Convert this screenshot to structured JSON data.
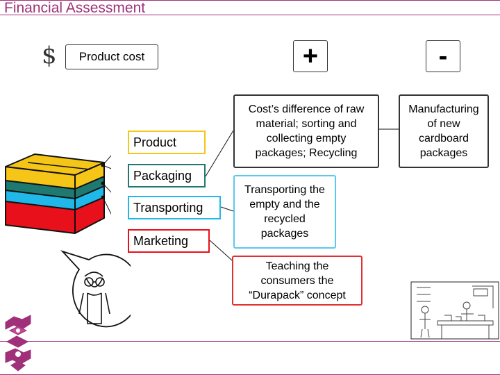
{
  "title": "Financial Assessment",
  "product_cost_label": "Product cost",
  "dollar_symbol": "$",
  "plus_symbol": "+",
  "minus_symbol": "-",
  "layers": [
    "Product",
    "Packaging",
    "Transporting",
    "Marketing"
  ],
  "layer_colors": [
    "#f5c518",
    "#1e7a70",
    "#1fb8e8",
    "#e8101a"
  ],
  "plus_items": [
    {
      "text": "Cost’s difference of raw material; sorting and collecting empty packages; Recycling",
      "border": "#333333"
    },
    {
      "text": "Transporting the empty and the recycled packages",
      "border": "#5bc8ec"
    },
    {
      "text": "Teaching the consumers the “Durapack” concept",
      "border": "#e03030"
    }
  ],
  "minus_items": [
    {
      "text": "Manufacturing of new cardboard packages"
    }
  ],
  "icons": [
    "dollar-icon",
    "stacked-box-icon",
    "character-bubble-icon",
    "shop-sketch-icon",
    "package-logo-icon"
  ]
}
